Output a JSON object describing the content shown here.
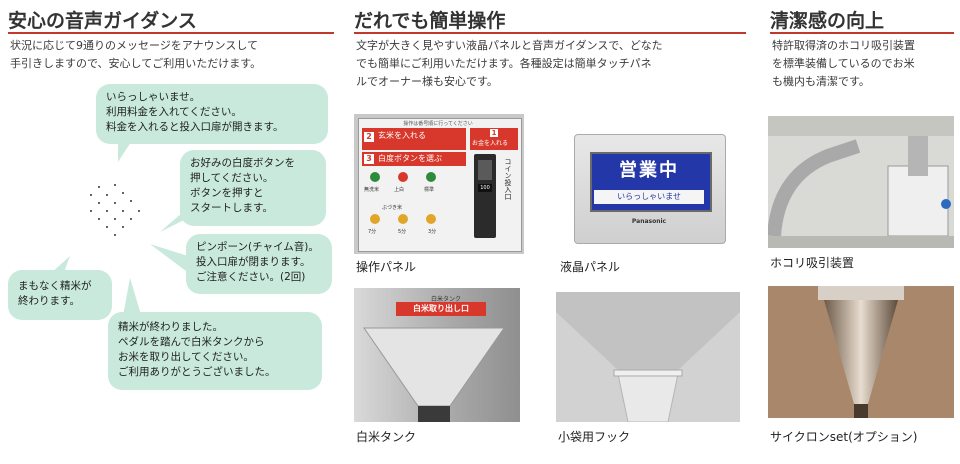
{
  "guidance": {
    "title": "安心の音声ガイダンス",
    "desc": [
      "状況に応じて9通りのメッセージをアナウンスして",
      "手引きしますので、安心してご利用いただけます。"
    ],
    "bubbles": [
      {
        "lines": [
          "いらっしゃいませ。",
          "利用料金を入れてください。",
          "料金を入れると投入口扉が開きます。"
        ]
      },
      {
        "lines": [
          "お好みの白度ボタンを",
          "押してください。",
          "ボタンを押すと",
          "スタートします。"
        ]
      },
      {
        "lines": [
          "ピンポーン(チャイム音)。",
          "投入口扉が閉まります。",
          "ご注意ください。(2回)"
        ]
      },
      {
        "lines": [
          "まもなく精米が",
          "終わります。"
        ]
      },
      {
        "lines": [
          "精米が終わりました。",
          "ペダルを踏んで白米タンクから",
          "お米を取り出してください。",
          "ご利用ありがとうございました。"
        ]
      }
    ]
  },
  "easy": {
    "title": "だれでも簡単操作",
    "desc": [
      "文字が大きく見やすい液晶パネルと音声ガイダンスで、どなた",
      "でも簡単にご利用いただけます。各種設定は簡単タッチパネ",
      "ルでオーナー様も安心です。"
    ],
    "captions": {
      "panel": "操作パネル",
      "lcd": "液晶パネル",
      "tank": "白米タンク",
      "hook": "小袋用フック"
    }
  },
  "panel_photo": {
    "head": "操作は番号順に行ってください",
    "step2": "玄米を入れる",
    "step3": "白度ボタンを選ぶ",
    "step1": "お金を入れる",
    "buttons": [
      "無洗米",
      "上白",
      "標準"
    ],
    "grades": [
      "7分",
      "5分",
      "3分"
    ],
    "grade_head": "ぶづき米",
    "coin": "コイン投入口",
    "price": "100"
  },
  "lcd_photo": {
    "main": "営業中",
    "sub": "いらっしゃいませ",
    "brand": "Panasonic"
  },
  "tank_photo": {
    "label": "白米取り出し口",
    "head": "白米タンク"
  },
  "clean": {
    "title": "清潔感の向上",
    "desc": [
      "特許取得済のホコリ吸引装置",
      "を標準装備しているのでお米",
      "も機内も清潔です。"
    ],
    "captions": {
      "dust": "ホコリ吸引装置",
      "cyclone": "サイクロンset(オプション)"
    }
  },
  "colors": {
    "accent": "#c0392b",
    "bubble": "#c8e9dc"
  }
}
